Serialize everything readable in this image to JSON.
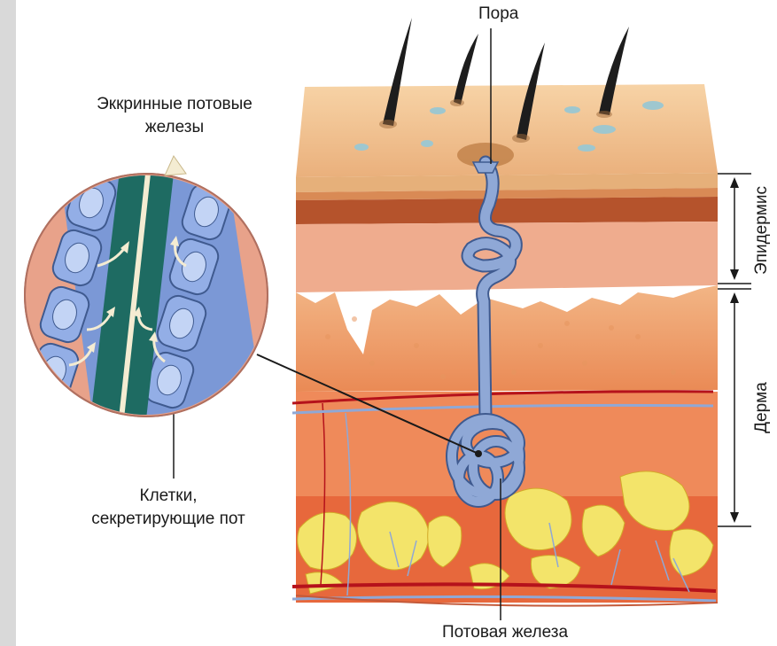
{
  "labels": {
    "pore": "Пора",
    "eccrine_line1": "Эккринные потовые",
    "eccrine_line2": "железы",
    "cells_line1": "Клетки,",
    "cells_line2": "секретирующие пот",
    "sweat_gland": "Потовая железа",
    "epidermis": "Эпидермис",
    "dermis": "Дерма"
  },
  "colors": {
    "skin_surface": "#f2c493",
    "epidermis_band": "#b5532c",
    "dermis": "#f0a46a",
    "fat": "#f3e46a",
    "duct": "#8fa8d6",
    "duct_outline": "#3f5a8f",
    "blood_vessel": "#b5121b",
    "gland_lumen": "#1e6b62",
    "cells": "#a6bff0"
  }
}
